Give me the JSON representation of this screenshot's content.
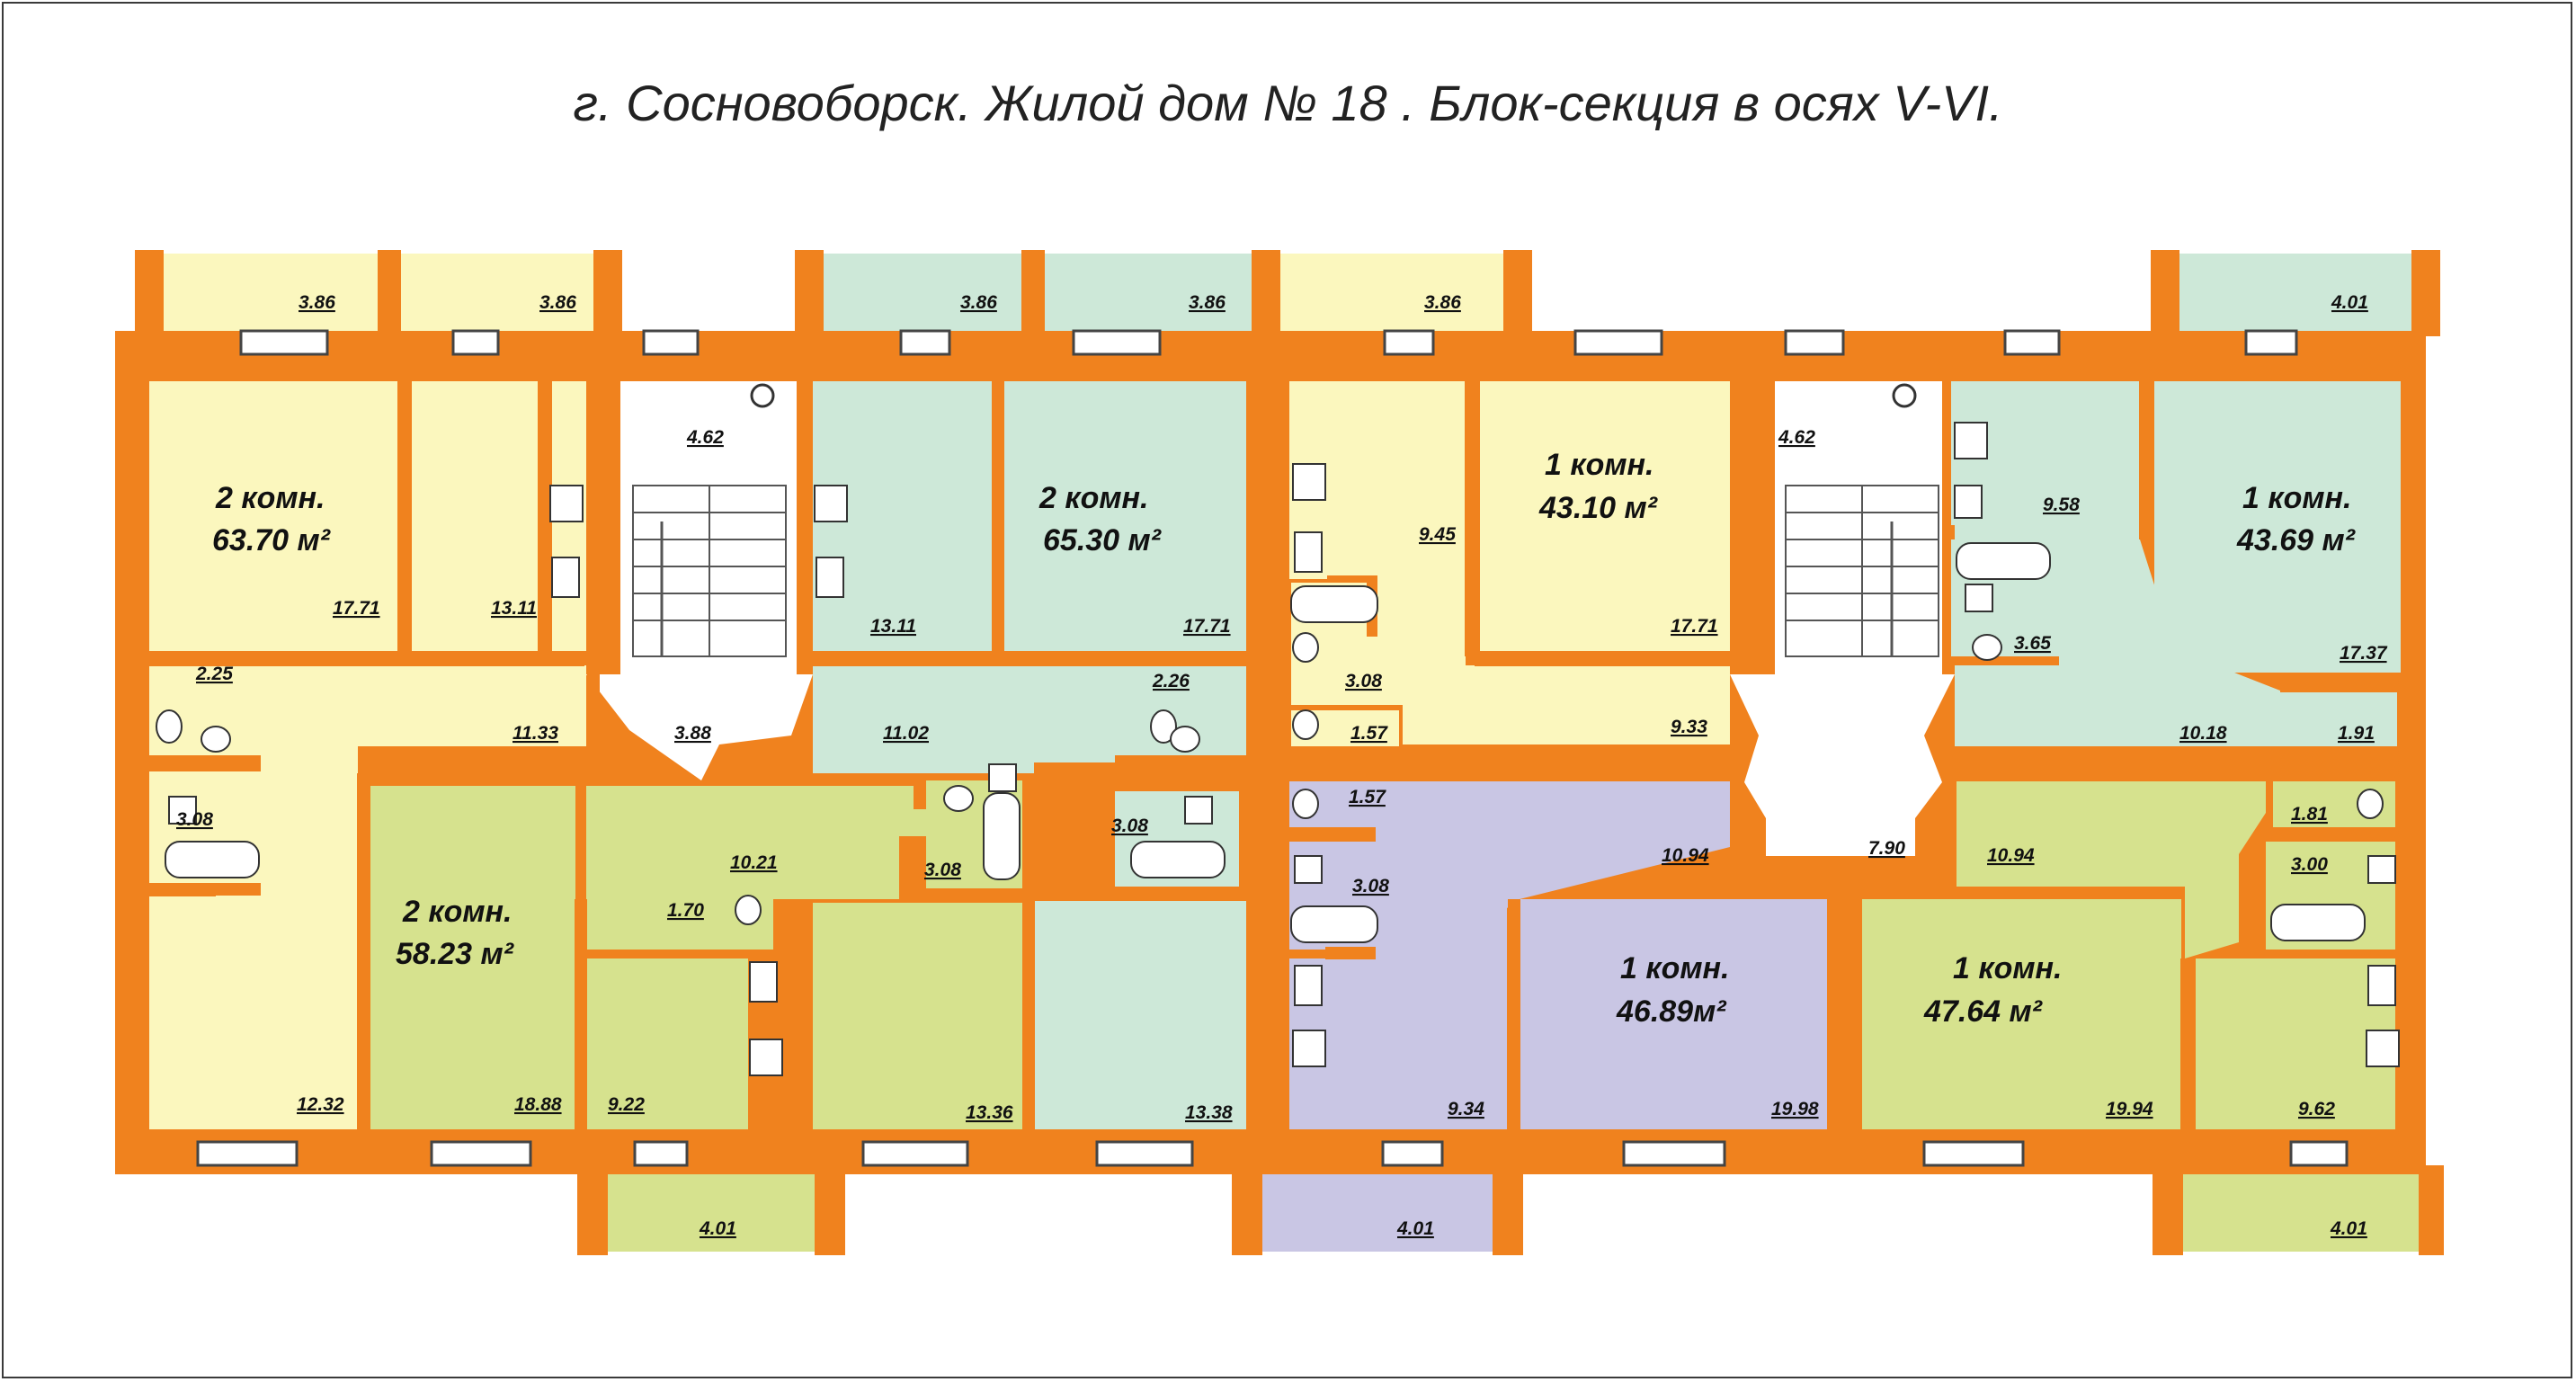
{
  "title": "г. Сосновоборск. Жилой дом № 18 . Блок-секция в осях V-VI.",
  "colors": {
    "wall": "#F0821E",
    "yellow": "#FBF7BE",
    "mint": "#CDE8D8",
    "lime": "#D6E28E",
    "lavender": "#C9C6E4",
    "hall": "#FFFFFF"
  },
  "apartments": [
    {
      "name": "2 комн.",
      "area": "63.70 м²"
    },
    {
      "name": "2 комн.",
      "area": "65.30 м²"
    },
    {
      "name": "1 комн.",
      "area": "43.10 м²"
    },
    {
      "name": "1 комн.",
      "area": "43.69 м²"
    },
    {
      "name": "2 комн.",
      "area": "58.23 м²"
    },
    {
      "name": "1 комн.",
      "area": "46.89м²"
    },
    {
      "name": "1 комн.",
      "area": "47.64 м²"
    }
  ],
  "room_areas": [
    "3.86",
    "3.86",
    "3.86",
    "3.86",
    "3.86",
    "4.01",
    "4.62",
    "4.62",
    "17.71",
    "13.11",
    "13.11",
    "17.71",
    "9.45",
    "17.71",
    "9.58",
    "17.37",
    "2.25",
    "11.33",
    "3.88",
    "11.02",
    "2.26",
    "3.08",
    "1.57",
    "9.33",
    "3.65",
    "10.18",
    "1.91",
    "3.08",
    "10.21",
    "3.08",
    "1.70",
    "3.08",
    "1.57",
    "10.94",
    "7.90",
    "10.94",
    "1.81",
    "3.00",
    "3.08",
    "12.32",
    "18.88",
    "9.22",
    "13.36",
    "13.38",
    "9.34",
    "19.98",
    "19.94",
    "9.62",
    "4.01",
    "4.01",
    "4.01"
  ]
}
